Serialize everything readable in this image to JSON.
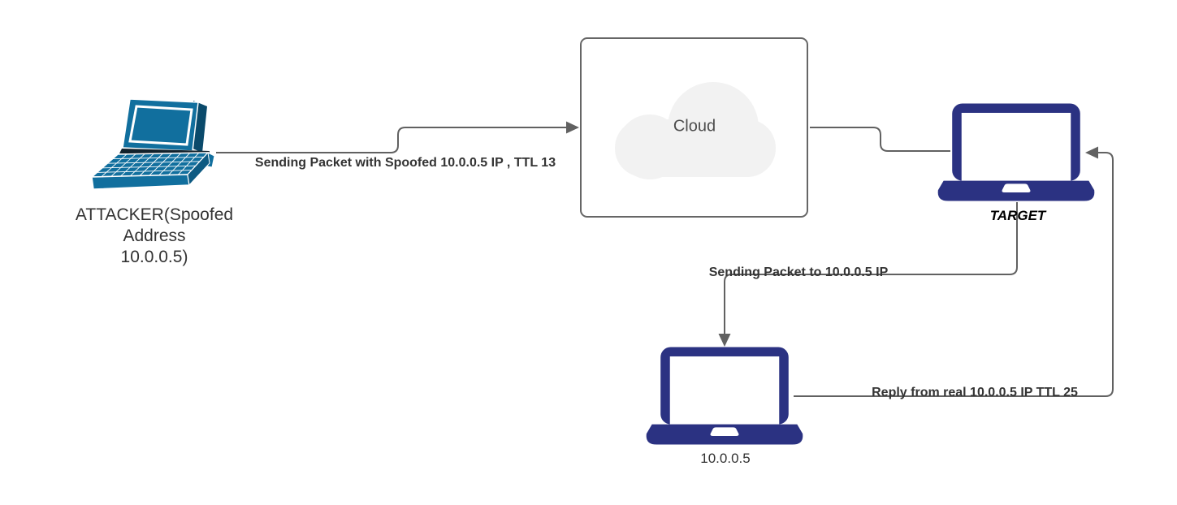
{
  "diagram_type": "network-attack-flow",
  "nodes": {
    "attacker": {
      "icon": "laptop-3d-icon",
      "label_lines": [
        "ATTACKER(Spoofed",
        "Address",
        "10.0.0.5)"
      ]
    },
    "cloud": {
      "icon": "cloud-icon",
      "label": "Cloud"
    },
    "target": {
      "icon": "laptop-icon",
      "label": "TARGET"
    },
    "real_host": {
      "icon": "laptop-icon",
      "label": "10.0.0.5"
    }
  },
  "edges": {
    "attacker_to_cloud": {
      "label": "Sending Packet with Spoofed 10.0.0.5 IP , TTL 13",
      "arrow": "right"
    },
    "cloud_to_target": {
      "arrow": "none"
    },
    "target_to_real_host": {
      "label": "Sending Packet to 10.0.0.5 IP",
      "arrow": "down"
    },
    "real_host_to_target": {
      "label": "Reply from real 10.0.0.5 IP TTL 25",
      "arrow": "left"
    }
  },
  "colors": {
    "attacker_laptop_teal": "#116f9e",
    "attacker_laptop_dark": "#0a4a6b",
    "laptop_navy": "#2b3282",
    "connector_gray": "#616161",
    "box_border_gray": "#666666",
    "cloud_fill": "#f2f2f2",
    "cloud_text": "#4d4d4d",
    "label_text": "#343434"
  }
}
